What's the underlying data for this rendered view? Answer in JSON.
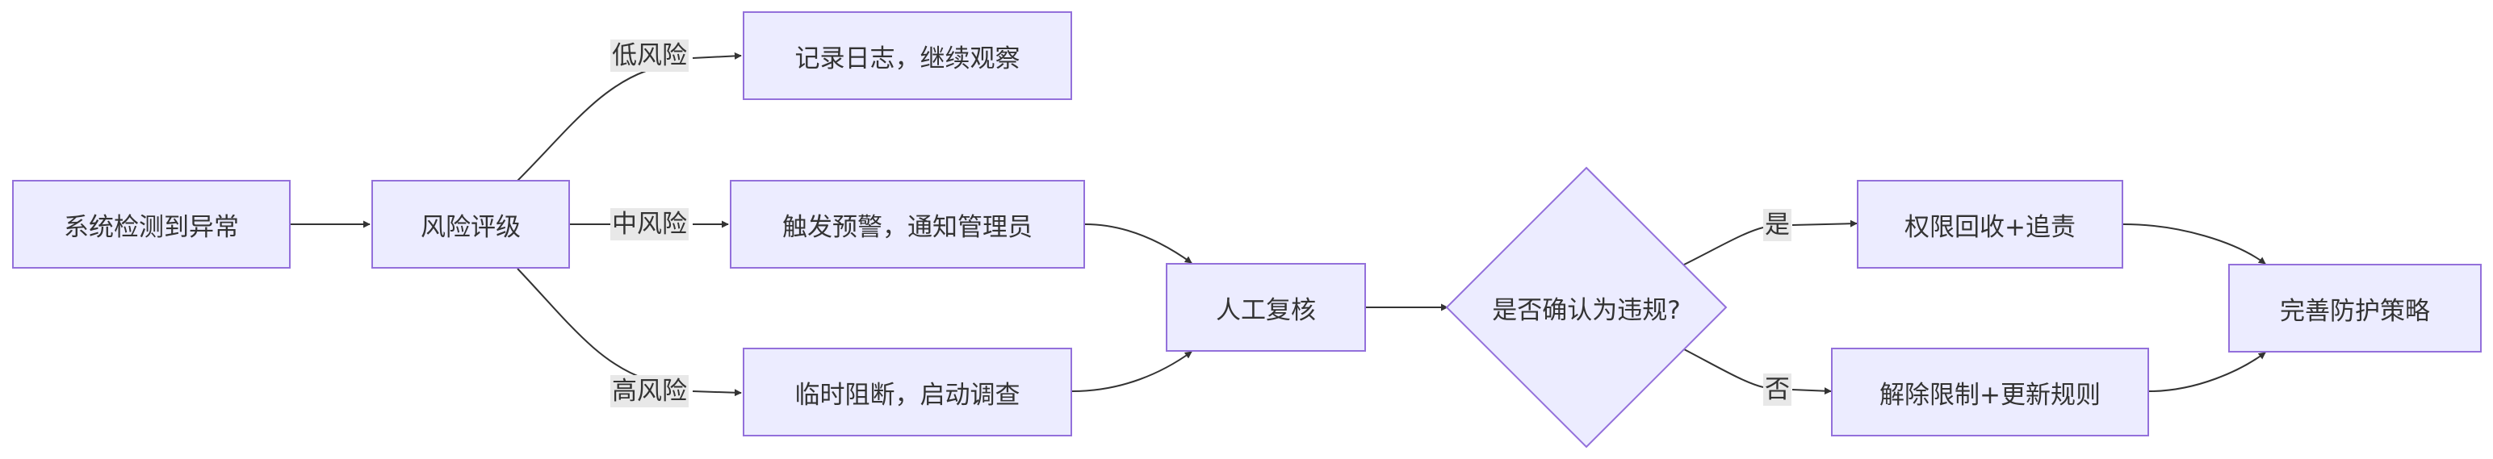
{
  "diagram": {
    "type": "flowchart",
    "nodes": {
      "start": "系统检测到异常",
      "risk": "风险评级",
      "log": "记录日志，继续观察",
      "alert": "触发预警，通知管理员",
      "block": "临时阻断，启动调查",
      "review": "人工复核",
      "decision": "是否确认为违规?",
      "revoke": "权限回收+追责",
      "release": "解除限制+更新规则",
      "improve": "完善防护策略"
    },
    "edge_labels": {
      "low": "低风险",
      "mid": "中风险",
      "high": "高风险",
      "yes": "是",
      "no": "否"
    },
    "colors": {
      "node_fill": "#ECECFF",
      "node_border": "#9370DB",
      "edge": "#333333",
      "label_bg": "#e8e8e8",
      "text": "#333333"
    }
  }
}
